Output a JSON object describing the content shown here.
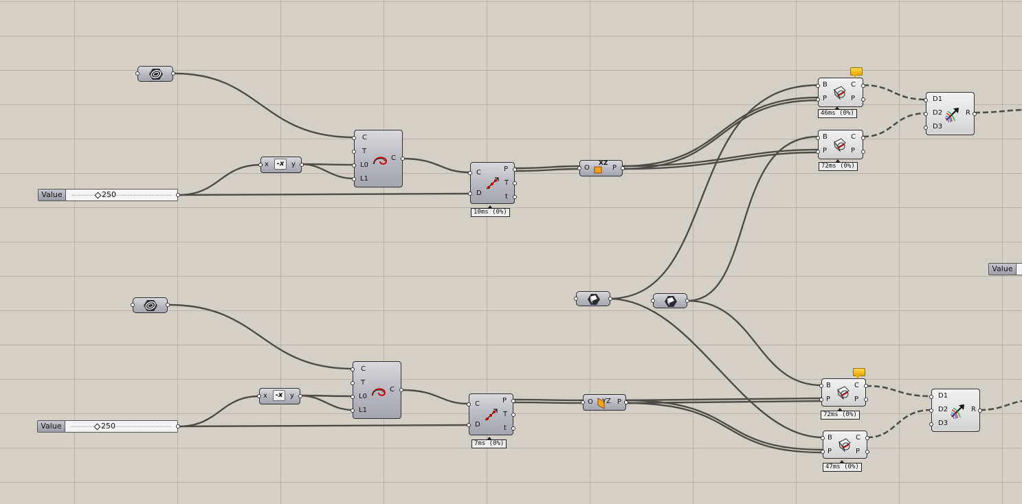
{
  "sliders": [
    {
      "label": "Value",
      "value": "250"
    },
    {
      "label": "Value",
      "value": "250"
    },
    {
      "label": "Value"
    }
  ],
  "arc": {
    "inputs": [
      "C",
      "T",
      "L0",
      "L1"
    ],
    "output": "C"
  },
  "negative": {
    "input": "x",
    "output": "y",
    "symbol": "-x"
  },
  "divide": {
    "inputs": [
      "C",
      "D"
    ],
    "outputs": [
      "P",
      "T",
      "t"
    ]
  },
  "plane_top": {
    "input": "O",
    "output": "P",
    "tag": "XZ"
  },
  "plane_bottom": {
    "input": "O",
    "output": "P",
    "tag": "YZ"
  },
  "split_brep": {
    "inputs": [
      "B",
      "P"
    ],
    "outputs": [
      "C",
      "P"
    ]
  },
  "dispatch": {
    "inputs": [
      "D1",
      "D2",
      "D3"
    ],
    "output": "R"
  },
  "timers": {
    "divide_top": "10ms (0%)",
    "divide_bottom": "7ms (0%)",
    "split_1": "46ms (0%)",
    "split_2": "72ms (0%)",
    "split_3": "72ms (0%)",
    "split_4": "47ms (0%)"
  },
  "colors": {
    "canvas": "#d4d0c8",
    "wire": "#4e4c48",
    "component": "#b7b7bf",
    "warning": "#f0b400",
    "plane_orange": "#f7a21b"
  },
  "icons": {
    "ellipse_param": "concentric-ellipse-icon",
    "arc": "arc-icon",
    "divide": "divide-curve-icon",
    "plane": "plane-icon",
    "brep": "brep-icon",
    "split": "split-brep-icon",
    "dispatch": "dispatch-arrow-icon",
    "warning": "message-bubble-icon"
  }
}
